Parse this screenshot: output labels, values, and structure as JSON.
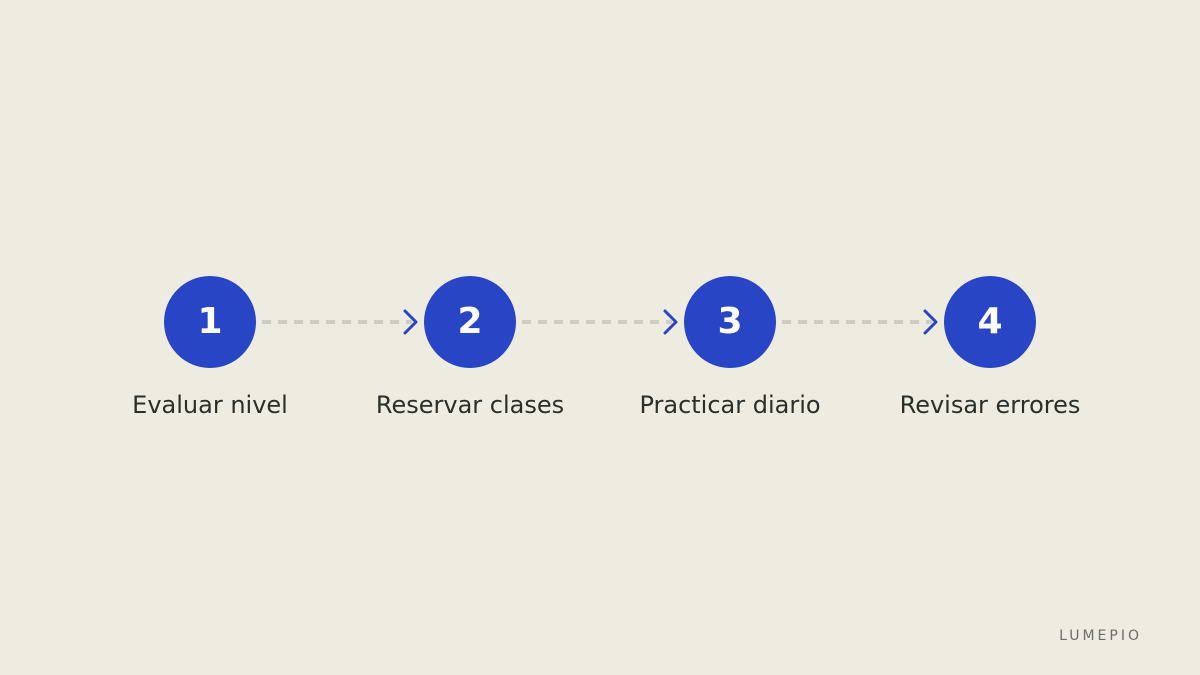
{
  "steps": [
    {
      "number": "1",
      "label": "Evaluar nivel"
    },
    {
      "number": "2",
      "label": "Reservar clases"
    },
    {
      "number": "3",
      "label": "Practicar diario"
    },
    {
      "number": "4",
      "label": "Revisar errores"
    }
  ],
  "brand": "LUMEPIO",
  "colors": {
    "background": "#EEEBE1",
    "step_fill": "#2845C6",
    "connector": "#CFCDC2",
    "arrow": "#2845C6",
    "label_text": "#2B2F29"
  }
}
